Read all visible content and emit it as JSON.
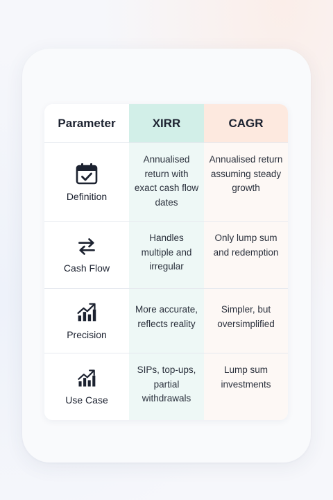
{
  "table": {
    "headers": {
      "parameter": "Parameter",
      "xirr": "XIRR",
      "cagr": "CAGR"
    },
    "rows": [
      {
        "parameter": "Definition",
        "icon": "calendar-check-icon",
        "xirr": "Annualised return with exact cash flow dates",
        "cagr": "Annualised return assuming steady growth"
      },
      {
        "parameter": "Cash Flow",
        "icon": "transfer-arrows-icon",
        "xirr": "Handles multiple and irregular",
        "cagr": "Only lump sum and redemption"
      },
      {
        "parameter": "Precision",
        "icon": "growth-chart-icon",
        "xirr": "More accurate, reflects reality",
        "cagr": "Simpler, but oversimplified"
      },
      {
        "parameter": "Use Case",
        "icon": "growth-chart-icon",
        "xirr": "SIPs, top-ups, partial withdrawals",
        "cagr": "Lump sum investments"
      }
    ]
  },
  "colors": {
    "xirr_header": "#d2efe8",
    "cagr_header": "#fde9df",
    "icon": "#1c2230"
  }
}
